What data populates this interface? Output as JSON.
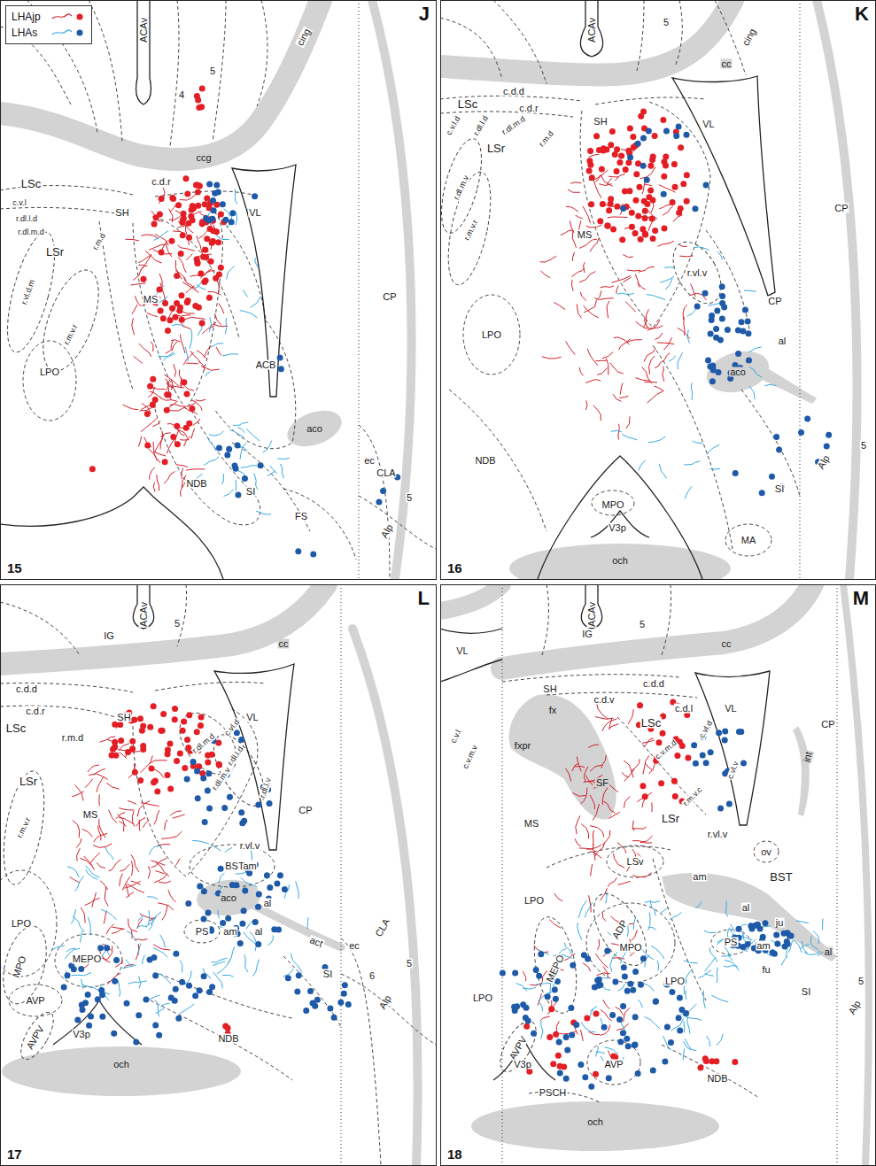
{
  "diagram": {
    "nodes": [
      {
        "text": [
          "J",
          "15"
        ]
      },
      {
        "text": [
          "K",
          "16"
        ]
      },
      {
        "text": [
          "L",
          "17"
        ]
      },
      {
        "text": [
          "M",
          "18"
        ]
      }
    ],
    "labels": [
      "ACAv",
      "4",
      "5",
      "cing",
      "ccg",
      "LSc",
      "c.d.r",
      "c.v.l",
      "r.dl.l.d",
      "r.dl.m.d",
      "SH",
      "VL",
      "r.m.d",
      "LSr",
      "r.vl.d.m",
      "MS",
      "r.m.v.r",
      "CP",
      "ACB",
      "LPO",
      "aco",
      "ec",
      "CLA",
      "5",
      "Alp",
      "NDB",
      "SI",
      "FS",
      "ACAv",
      "5",
      "cing",
      "cc",
      "c.d.d",
      "LSc",
      "c.d.r",
      "c.v.l.d",
      "r.dl.l.d",
      "r.dl.m.d",
      "SH",
      "VL",
      "LSr",
      "r.m.d",
      "r.dl.m.v",
      "CP",
      "r.m.v.r",
      "MS",
      "r.vl.v",
      "CP",
      "al",
      "LPO",
      "aco",
      "NDB",
      "Alp",
      "5",
      "SI",
      "MPO",
      "V3p",
      "och",
      "MA",
      "ACAv",
      "IG",
      "5",
      "cc",
      "c.d.d",
      "c.d.r",
      "SH",
      "VL",
      "LSc",
      "r.m.d",
      "c.vl.d",
      "r.dl.m.d",
      "r.dl.l.d",
      "LSr",
      "r.dl.m.v",
      "r.dl.l.v",
      "r.m.v.r",
      "MS",
      "CP",
      "r.vl.v",
      "BSTam",
      "LPO",
      "aco",
      "al",
      "PS",
      "am",
      "al",
      "act",
      "ec",
      "CLA",
      "6",
      "5",
      "MPO",
      "MEPO",
      "SI",
      "Alp",
      "AVP",
      "AVPV",
      "V3p",
      "NDB",
      "och",
      "ACAv",
      "IG",
      "5",
      "cc",
      "VL",
      "SH",
      "c.d.d",
      "c.d.v",
      "c.d.l",
      "fx",
      "LSc",
      "c.vl.d",
      "VL",
      "CP",
      "c.v.l",
      "fxpr",
      "c.v.m.d",
      "c.v.m.v",
      "int",
      "c.vl.v",
      "SF",
      "r.m.v.c",
      "LSr",
      "MS",
      "r.vl.v",
      "ov",
      "LSv",
      "am",
      "BST",
      "LPO",
      "al",
      "ju",
      "ADP",
      "PS",
      "am",
      "MPO",
      "al",
      "MEPO",
      "fu",
      "LPO",
      "SI",
      "5",
      "LPO",
      "Alp",
      "AVPV",
      "V3p",
      "AVP",
      "NDB",
      "PSCH",
      "och"
    ],
    "legend": [
      {
        "text": "LHAjp"
      },
      {
        "text": "LHAs"
      }
    ]
  }
}
